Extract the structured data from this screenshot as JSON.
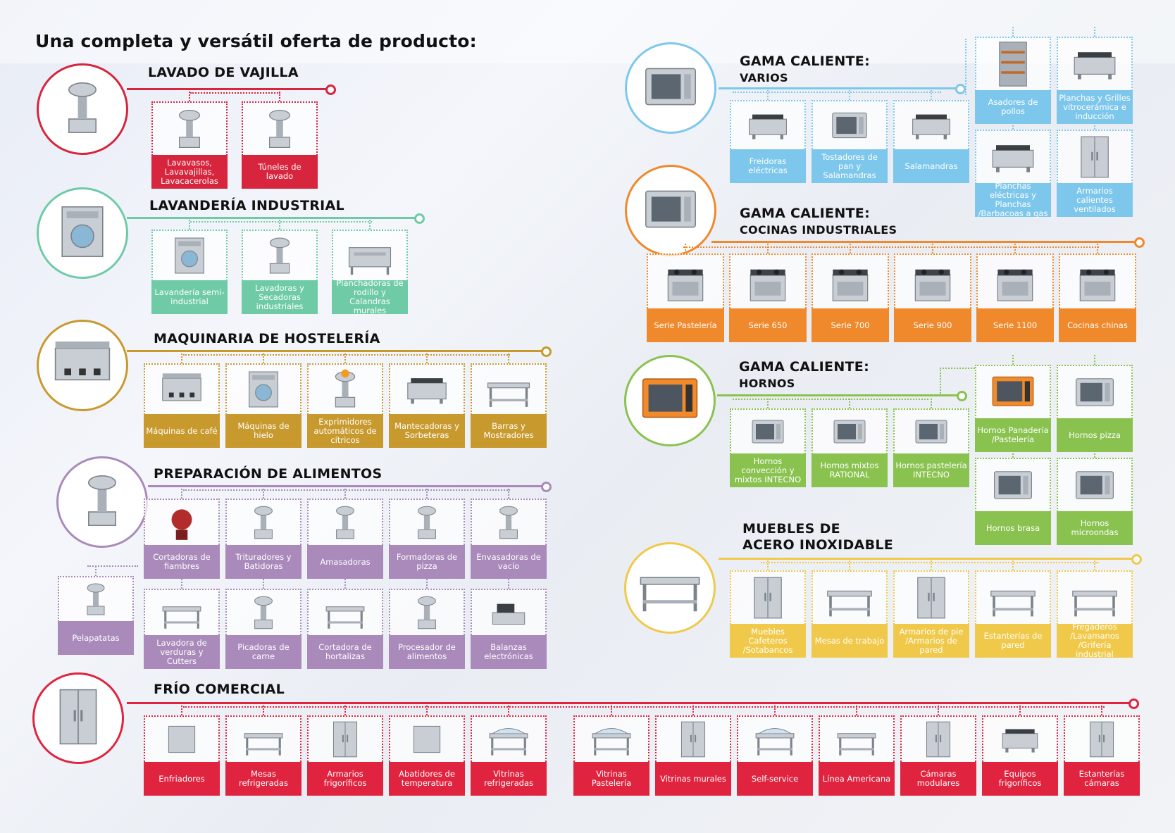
{
  "title": "Una completa y versátil oferta de producto:",
  "colors": {
    "red": "#d6253c",
    "teal": "#6ecba6",
    "gold": "#c89a2e",
    "purple": "#a98abb",
    "blue": "#7ec7ec",
    "orange": "#f0892b",
    "green": "#8ac24f",
    "yellow": "#f0c94a",
    "crimson": "#e0243f"
  },
  "sections": {
    "lavado": {
      "heading": "LAVADO DE VAJILLA",
      "icon": "dishwasher-icon",
      "items": [
        {
          "label": "Lavavasos, Lavavajillas, Lavacacerolas",
          "icon": "hood-dishwasher-icon"
        },
        {
          "label": "Túneles de lavado",
          "icon": "tunnel-washer-icon"
        }
      ]
    },
    "lavanderia": {
      "heading": "LAVANDERÍA INDUSTRIAL",
      "icon": "washer-dryer-icon",
      "items": [
        {
          "label": "Lavandería semi-industrial",
          "icon": "washing-machine-icon"
        },
        {
          "label": "Lavadoras y Secadoras industriales",
          "icon": "industrial-washer-icon"
        },
        {
          "label": "Planchadoras de rodillo y Calandras murales",
          "icon": "roller-ironer-icon"
        }
      ]
    },
    "hosteleria": {
      "heading": "MAQUINARIA DE HOSTELERÍA",
      "icon": "espresso-machine-icon",
      "items": [
        {
          "label": "Máquinas de café",
          "icon": "coffee-machine-icon"
        },
        {
          "label": "Máquinas de hielo",
          "icon": "ice-machine-icon"
        },
        {
          "label": "Exprimidores automáticos de cítricos",
          "icon": "juicer-icon"
        },
        {
          "label": "Mantecadoras y Sorbeteras",
          "icon": "ice-cream-maker-icon"
        },
        {
          "label": "Barras y Mostradores",
          "icon": "bar-counter-icon"
        }
      ]
    },
    "preparacion": {
      "heading": "PREPARACIÓN DE ALIMENTOS",
      "icon": "stand-mixer-icon",
      "items_row1": [
        {
          "label": "Cortadoras de fiambres",
          "icon": "slicer-icon"
        },
        {
          "label": "Trituradores y Batidoras",
          "icon": "hand-blender-icon"
        },
        {
          "label": "Amasadoras",
          "icon": "dough-mixer-icon"
        },
        {
          "label": "Formadoras de pizza",
          "icon": "pizza-former-icon"
        },
        {
          "label": "Envasadoras de vacío",
          "icon": "vacuum-packer-icon"
        }
      ],
      "items_row2": [
        {
          "label": "Lavadora de verduras y Cutters",
          "icon": "vegetable-washer-icon"
        },
        {
          "label": "Picadoras de carne",
          "icon": "meat-grinder-icon"
        },
        {
          "label": "Cortadora de hortalizas",
          "icon": "vegetable-cutter-icon"
        },
        {
          "label": "Procesador de alimentos",
          "icon": "food-processor-icon"
        },
        {
          "label": "Balanzas electrónicas",
          "icon": "scale-icon"
        }
      ],
      "extra": {
        "label": "Pelapatatas",
        "icon": "potato-peeler-icon"
      }
    },
    "frio": {
      "heading": "FRÍO COMERCIAL",
      "icon": "refrigerator-icon",
      "items": [
        {
          "label": "Enfriadores",
          "icon": "back-bar-cooler-icon"
        },
        {
          "label": "Mesas refrigeradas",
          "icon": "refrigerated-table-icon"
        },
        {
          "label": "Armarios frigoríficos",
          "icon": "fridge-cabinet-icon"
        },
        {
          "label": "Abatidores de temperatura",
          "icon": "blast-chiller-icon"
        },
        {
          "label": "Vitrinas refrigeradas",
          "icon": "display-case-icon"
        },
        {
          "label": "Vitrinas Pastelería",
          "icon": "pastry-display-icon"
        },
        {
          "label": "Vitrinas murales",
          "icon": "wall-display-icon"
        },
        {
          "label": "Self-service",
          "icon": "self-service-icon"
        },
        {
          "label": "Línea Americana",
          "icon": "chef-base-icon"
        },
        {
          "label": "Cámaras modulares",
          "icon": "cold-room-icon"
        },
        {
          "label": "Equipos frigoríficos",
          "icon": "refrigeration-unit-icon"
        },
        {
          "label": "Estanterías cámaras",
          "icon": "cold-room-shelf-icon"
        }
      ]
    },
    "varios": {
      "heading": "GAMA CALIENTE:",
      "sub": "VARIOS",
      "icon": "conveyor-toaster-icon",
      "items": [
        {
          "label": "Freidoras eléctricas",
          "icon": "fryer-icon"
        },
        {
          "label": "Tostadores de pan y Salamandras",
          "icon": "toaster-icon"
        },
        {
          "label": "Salamandras",
          "icon": "salamander-icon"
        }
      ],
      "side": [
        {
          "label": "Asadores de pollos",
          "icon": "chicken-rotisserie-icon"
        },
        {
          "label": "Planchas y Grilles vitrocerámica e inducción",
          "icon": "contact-grill-icon"
        },
        {
          "label": "Planchas eléctricas y Planchas /Barbacoas a gas",
          "icon": "griddle-icon"
        },
        {
          "label": "Armarios calientes ventilados",
          "icon": "hot-cabinet-icon"
        }
      ]
    },
    "cocinas": {
      "heading": "GAMA CALIENTE:",
      "sub": "COCINAS INDUSTRIALES",
      "icon": "range-oven-icon",
      "items": [
        {
          "label": "Serie Pastelería",
          "icon": "stock-pot-stove-icon"
        },
        {
          "label": "Serie 650",
          "icon": "range-650-icon"
        },
        {
          "label": "Serie 700",
          "icon": "range-700-icon"
        },
        {
          "label": "Serie 900",
          "icon": "range-900-icon"
        },
        {
          "label": "Serie 1100",
          "icon": "fryer-range-icon"
        },
        {
          "label": "Cocinas chinas",
          "icon": "wok-range-icon"
        }
      ]
    },
    "hornos": {
      "heading": "GAMA CALIENTE:",
      "sub": "HORNOS",
      "icon": "convection-oven-icon",
      "items": [
        {
          "label": "Hornos convección y mixtos INTECNO",
          "icon": "combi-oven-icon"
        },
        {
          "label": "Hornos mixtos RATIONAL",
          "icon": "rational-oven-icon"
        },
        {
          "label": "Hornos pastelería INTECNO",
          "icon": "pastry-oven-icon"
        }
      ],
      "side": [
        {
          "label": "Hornos Panadería /Pastelería",
          "icon": "bakery-oven-icon"
        },
        {
          "label": "Hornos pizza",
          "icon": "pizza-oven-icon"
        },
        {
          "label": "Hornos brasa",
          "icon": "charcoal-oven-icon"
        },
        {
          "label": "Hornos microondas",
          "icon": "microwave-icon"
        }
      ]
    },
    "muebles": {
      "heading": "MUEBLES DE",
      "sub": "ACERO INOXIDABLE",
      "icon": "steel-shelving-icon",
      "items": [
        {
          "label": "Muebles Cafeteros /Sotabancos",
          "icon": "steel-cabinet-icon"
        },
        {
          "label": "Mesas de trabajo",
          "icon": "work-table-icon"
        },
        {
          "label": "Armarios de pie /Armarios de pared",
          "icon": "steel-wardrobe-icon"
        },
        {
          "label": "Estanterías de pared",
          "icon": "wall-shelf-icon"
        },
        {
          "label": "Fregaderos /Lavamanos /Grifería industrial",
          "icon": "sink-icon"
        }
      ]
    }
  }
}
